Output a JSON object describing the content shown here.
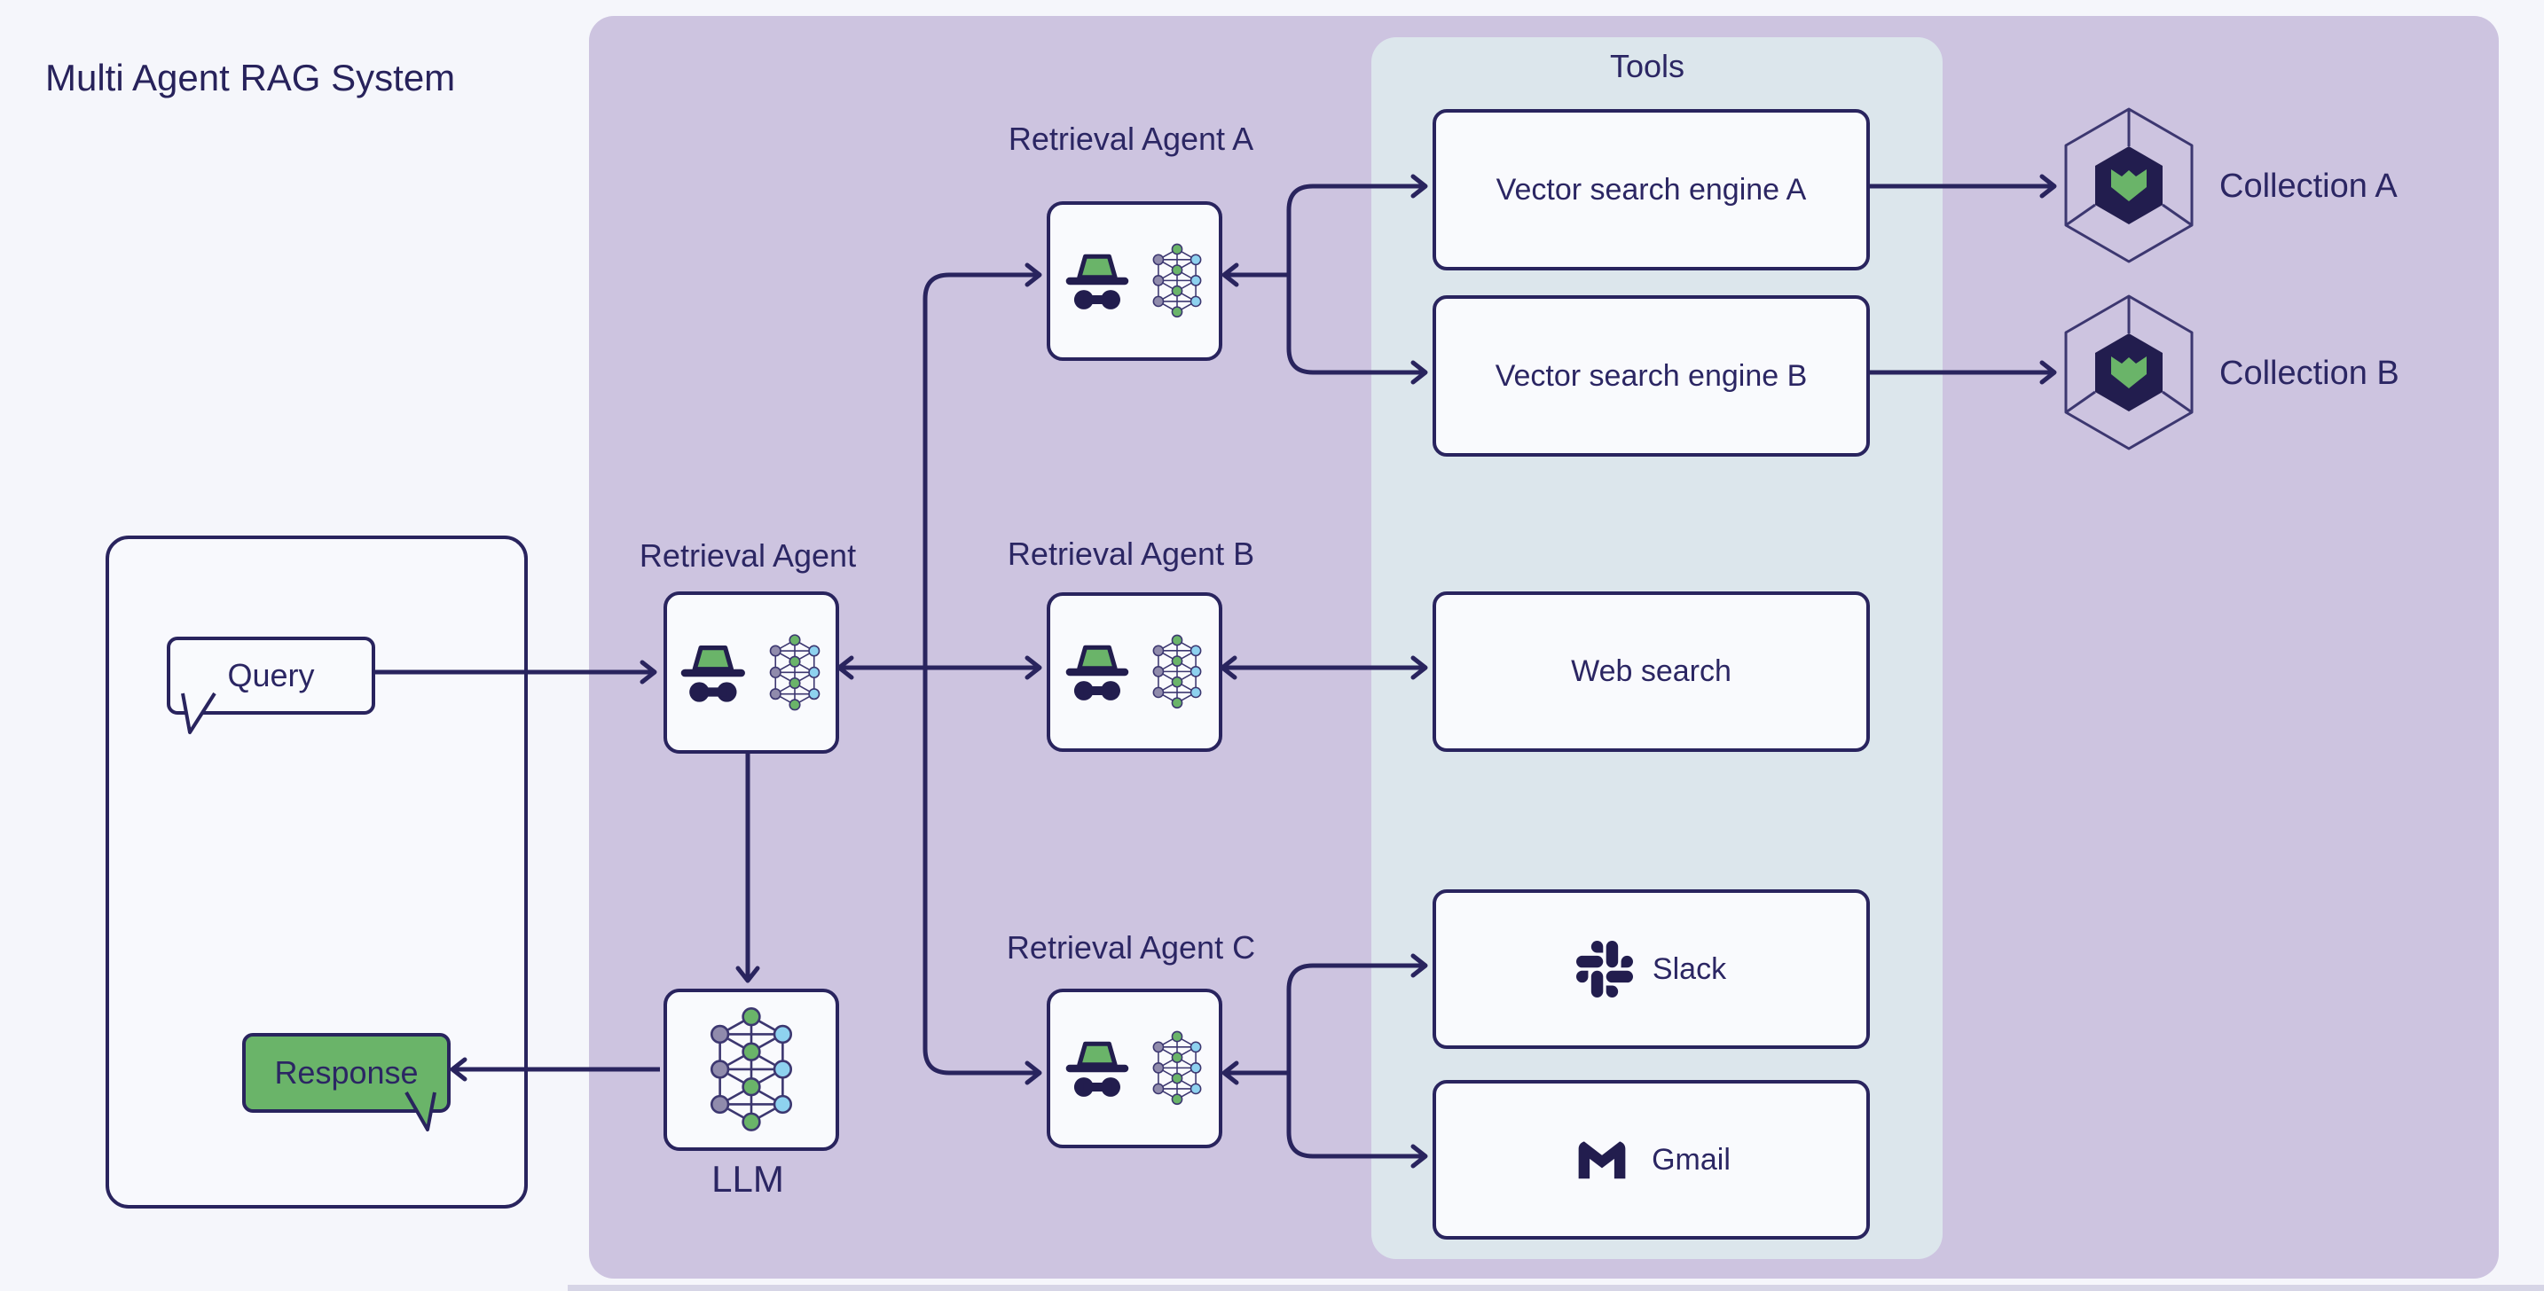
{
  "title": "Multi Agent RAG System",
  "client": {
    "query": "Query",
    "response": "Response"
  },
  "orchestrator": {
    "label": "Retrieval Agent"
  },
  "llm": {
    "label": "LLM"
  },
  "agents": [
    {
      "label": "Retrieval Agent A"
    },
    {
      "label": "Retrieval Agent B"
    },
    {
      "label": "Retrieval Agent C"
    }
  ],
  "tools": {
    "title": "Tools",
    "items": [
      {
        "label": "Vector search engine A"
      },
      {
        "label": "Vector search engine B"
      },
      {
        "label": "Web search"
      },
      {
        "label": "Slack",
        "icon": "slack-icon"
      },
      {
        "label": "Gmail",
        "icon": "gmail-icon"
      }
    ]
  },
  "collections": [
    {
      "label": "Collection A"
    },
    {
      "label": "Collection B"
    }
  ],
  "colors": {
    "navy_line": "#29245e",
    "icon_navy": "#221d4e",
    "green": "#6ab469",
    "node_purple": "#908bac",
    "node_blue": "#8ed2ef",
    "panel_purple": "#cdc4e0",
    "panel_tools": "#dce6ec",
    "background": "#f5f6fb",
    "box_fill": "#f9fafd"
  }
}
